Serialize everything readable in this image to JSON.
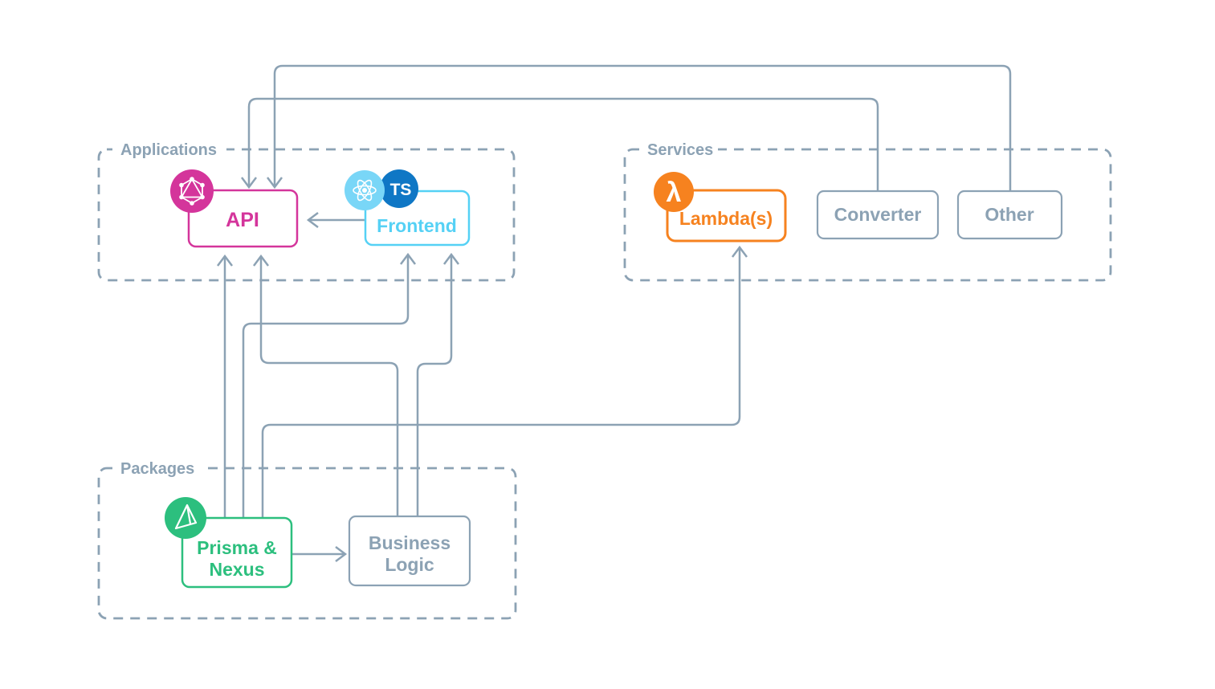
{
  "colors": {
    "line": "#8ca2b4",
    "magenta": "#d4359b",
    "cyan": "#55d1f5",
    "react-blue": "#79d6f7",
    "ts-blue": "#0f77c5",
    "orange": "#f6821f",
    "green": "#2cbf7e",
    "icon-glyph": "#ffffff",
    "background": "#ffffff"
  },
  "containers": {
    "applications": {
      "label": "Applications"
    },
    "services": {
      "label": "Services"
    },
    "packages": {
      "label": "Packages"
    }
  },
  "nodes": {
    "api": {
      "label": "API",
      "icon": "graphql-icon"
    },
    "frontend": {
      "label": "Frontend",
      "icons": "react-icon, typescript-icon"
    },
    "lambda": {
      "label": "Lambda(s)",
      "icon": "aws-lambda-icon"
    },
    "converter": {
      "label": "Converter"
    },
    "other": {
      "label": "Other"
    },
    "prisma_nexus": {
      "label": "Prisma & Nexus",
      "line1": "Prisma &",
      "line2": "Nexus",
      "icon": "prisma-icon"
    },
    "business_logic": {
      "label": "Business Logic",
      "line1": "Business",
      "line2": "Logic"
    }
  },
  "icons": {
    "typescript_badge": "TS",
    "lambda_glyph": "λ"
  },
  "edges": [
    {
      "from": "Converter",
      "to": "API"
    },
    {
      "from": "Other",
      "to": "API"
    },
    {
      "from": "Frontend",
      "to": "API"
    },
    {
      "from": "Business Logic",
      "to": "API"
    },
    {
      "from": "Business Logic",
      "to": "Frontend"
    },
    {
      "from": "Prisma & Nexus",
      "to": "API"
    },
    {
      "from": "Prisma & Nexus",
      "to": "Frontend"
    },
    {
      "from": "Prisma & Nexus",
      "to": "Lambda(s)"
    },
    {
      "from": "Prisma & Nexus",
      "to": "Business Logic"
    }
  ]
}
